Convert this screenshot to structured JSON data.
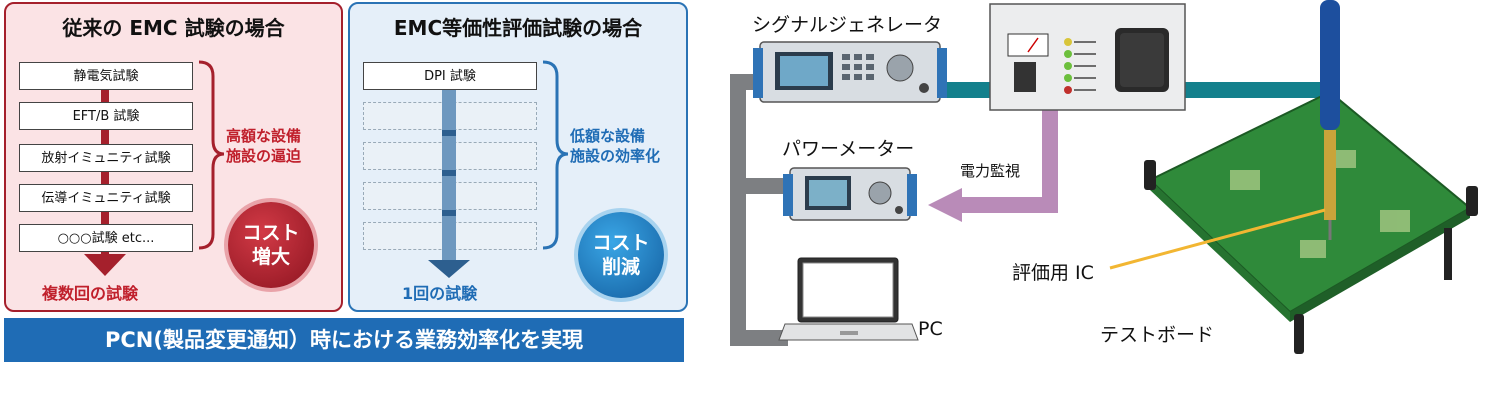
{
  "conventional": {
    "title": "従来の EMC 試験の場合",
    "tests": [
      "静電気試験",
      "EFT/B 試験",
      "放射イミュニティ試験",
      "伝導イミュニティ試験",
      "○○○試験 etc..."
    ],
    "brace_label": "高額な設備\n施設の逼迫",
    "badge": "コスト\n増大",
    "result": "複数回の試験"
  },
  "equivalence": {
    "title": "EMC等価性評価試験の場合",
    "test": "DPI 試験",
    "brace_label": "低額な設備\n施設の効率化",
    "badge": "コスト\n削減",
    "result": "1回の試験"
  },
  "banner": "PCN(製品変更通知）時における業務効率化を実現",
  "equipment": {
    "signal_generator": "シグナルジェネレータ",
    "power_meter": "パワーメーター",
    "power_monitor": "電力監視",
    "pc": "PC",
    "ic": "評価用 IC",
    "test_board": "テストボード"
  },
  "colors": {
    "conventional_accent": "#a5202c",
    "equivalence_accent": "#2a73b5",
    "cable": "#13808c",
    "monitor_arrow": "#b98bb8"
  }
}
